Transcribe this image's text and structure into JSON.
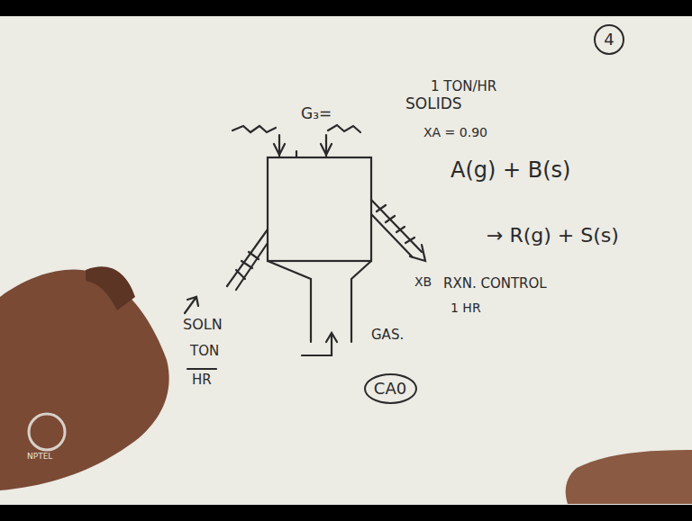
{
  "diagram": {
    "nodes": [
      {
        "text": [
          "4"
        ]
      },
      {
        "text": [
          "CA0"
        ]
      }
    ],
    "labels": [
      "G₃=",
      "1 TON/HR",
      "SOLIDS",
      "XA = 0.90",
      "A(g) + B(s)",
      "→ R(g) + S(s)",
      "XB",
      "RXN. CONTROL",
      "1 HR",
      "SOLN",
      "TON",
      "HR",
      "GAS.",
      "NPTEL"
    ]
  }
}
